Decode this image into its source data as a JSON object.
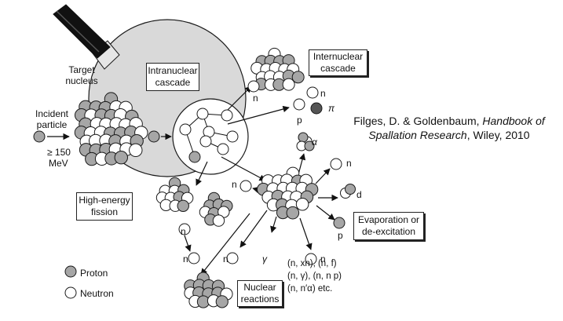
{
  "labels": {
    "target_nucleus_line1": "Target",
    "target_nucleus_line2": "nucleus",
    "incident_particle_line1": "Incident",
    "incident_particle_line2": "particle",
    "energy_line1": "≥ 150",
    "energy_line2": "MeV",
    "intranuclear_cascade_line1": "Intranuclear",
    "intranuclear_cascade_line2": "cascade",
    "internuclear_cascade_line1": "Internuclear",
    "internuclear_cascade_line2": "cascade",
    "high_energy_fission_line1": "High-energy",
    "high_energy_fission_line2": "fission",
    "evaporation_line1": "Evaporation or",
    "evaporation_line2": "de-excitation",
    "nuclear_reactions_line1": "Nuclear",
    "nuclear_reactions_line2": "reactions",
    "n": "n",
    "p": "p",
    "pi": "π",
    "alpha": "α",
    "d": "d",
    "gamma": "γ"
  },
  "reactions": [
    "(n, xn), (n, f)",
    "(n, γ), (n, n p)",
    "(n, n′α) etc."
  ],
  "legend": {
    "proton": "Proton",
    "neutron": "Neutron"
  },
  "citation": {
    "authors": "Filges, D. & Goldenbaum,",
    "title": "Handbook of Spallation Research",
    "publisher": ", Wiley, 2010"
  },
  "colors": {
    "target_fill": "#d9d9d9",
    "proton_fill": "#a6a6a6",
    "neutron_fill": "#ffffff",
    "pion_fill": "#555555",
    "stroke": "#1a1a1a"
  }
}
